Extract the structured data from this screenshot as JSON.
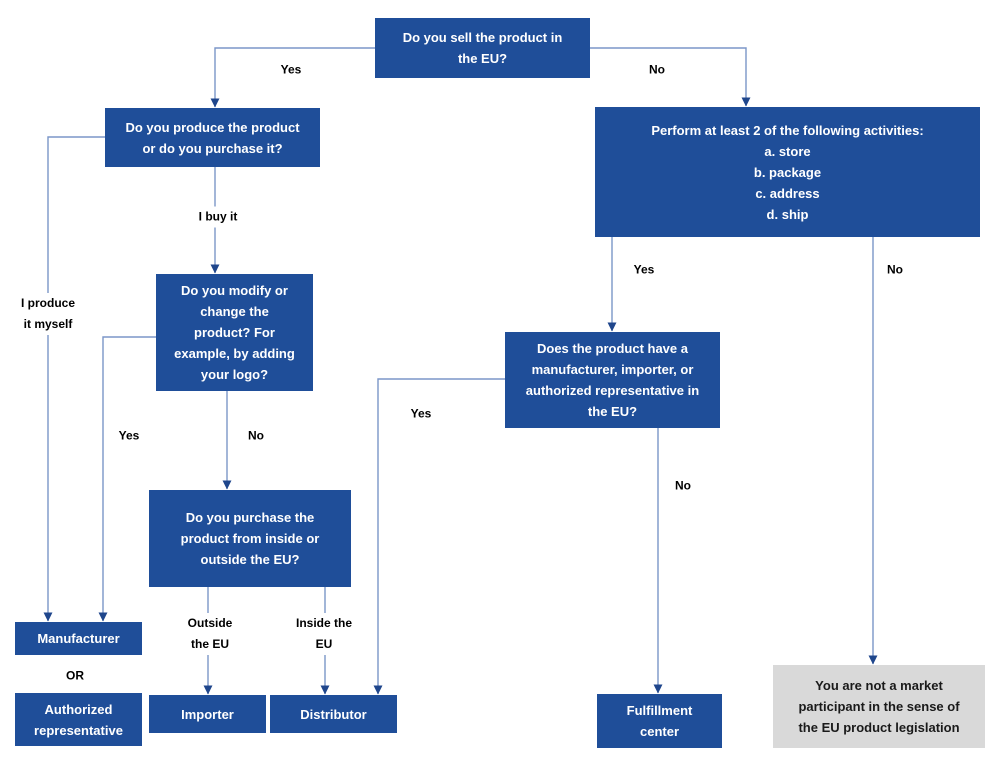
{
  "colors": {
    "node_fill": "#1f4e99",
    "node_text": "#ffffff",
    "line": "#7b96c8",
    "arrow": "#1f468c",
    "end_fill": "#d9d9d9",
    "end_text": "#1a1a1a"
  },
  "nodes": {
    "sell_eu": "Do you sell the product in\nthe EU?",
    "produce_or_purchase": "Do you produce the product\nor do you purchase it?",
    "perform_activities": "Perform at least 2 of the following activities:\na. store\nb. package\nc. address\nd. ship",
    "modify_product": "Do you modify or\nchange the\nproduct? For\nexample, by adding\nyour logo?",
    "purchase_origin": "Do you purchase the\nproduct from inside or\noutside the EU?",
    "has_representative": "Does the product have a\nmanufacturer, importer, or\nauthorized representative in\nthe EU?",
    "manufacturer": "Manufacturer",
    "authorized_representative": "Authorized\nrepresentative",
    "importer": "Importer",
    "distributor": "Distributor",
    "fulfillment_center": "Fulfillment\ncenter",
    "not_market_participant": "You are not a market\nparticipant in the sense of\nthe EU product legislation"
  },
  "edge_labels": {
    "yes_sell": "Yes",
    "no_sell": "No",
    "i_buy_it": "I buy it",
    "i_produce_it_myself": "I produce\nit myself",
    "yes_modify": "Yes",
    "no_modify": "No",
    "outside_eu": "Outside\nthe EU",
    "inside_eu": "Inside the\nEU",
    "yes_perform": "Yes",
    "no_perform": "No",
    "yes_has_rep": "Yes",
    "no_has_rep": "No",
    "or": "OR"
  }
}
